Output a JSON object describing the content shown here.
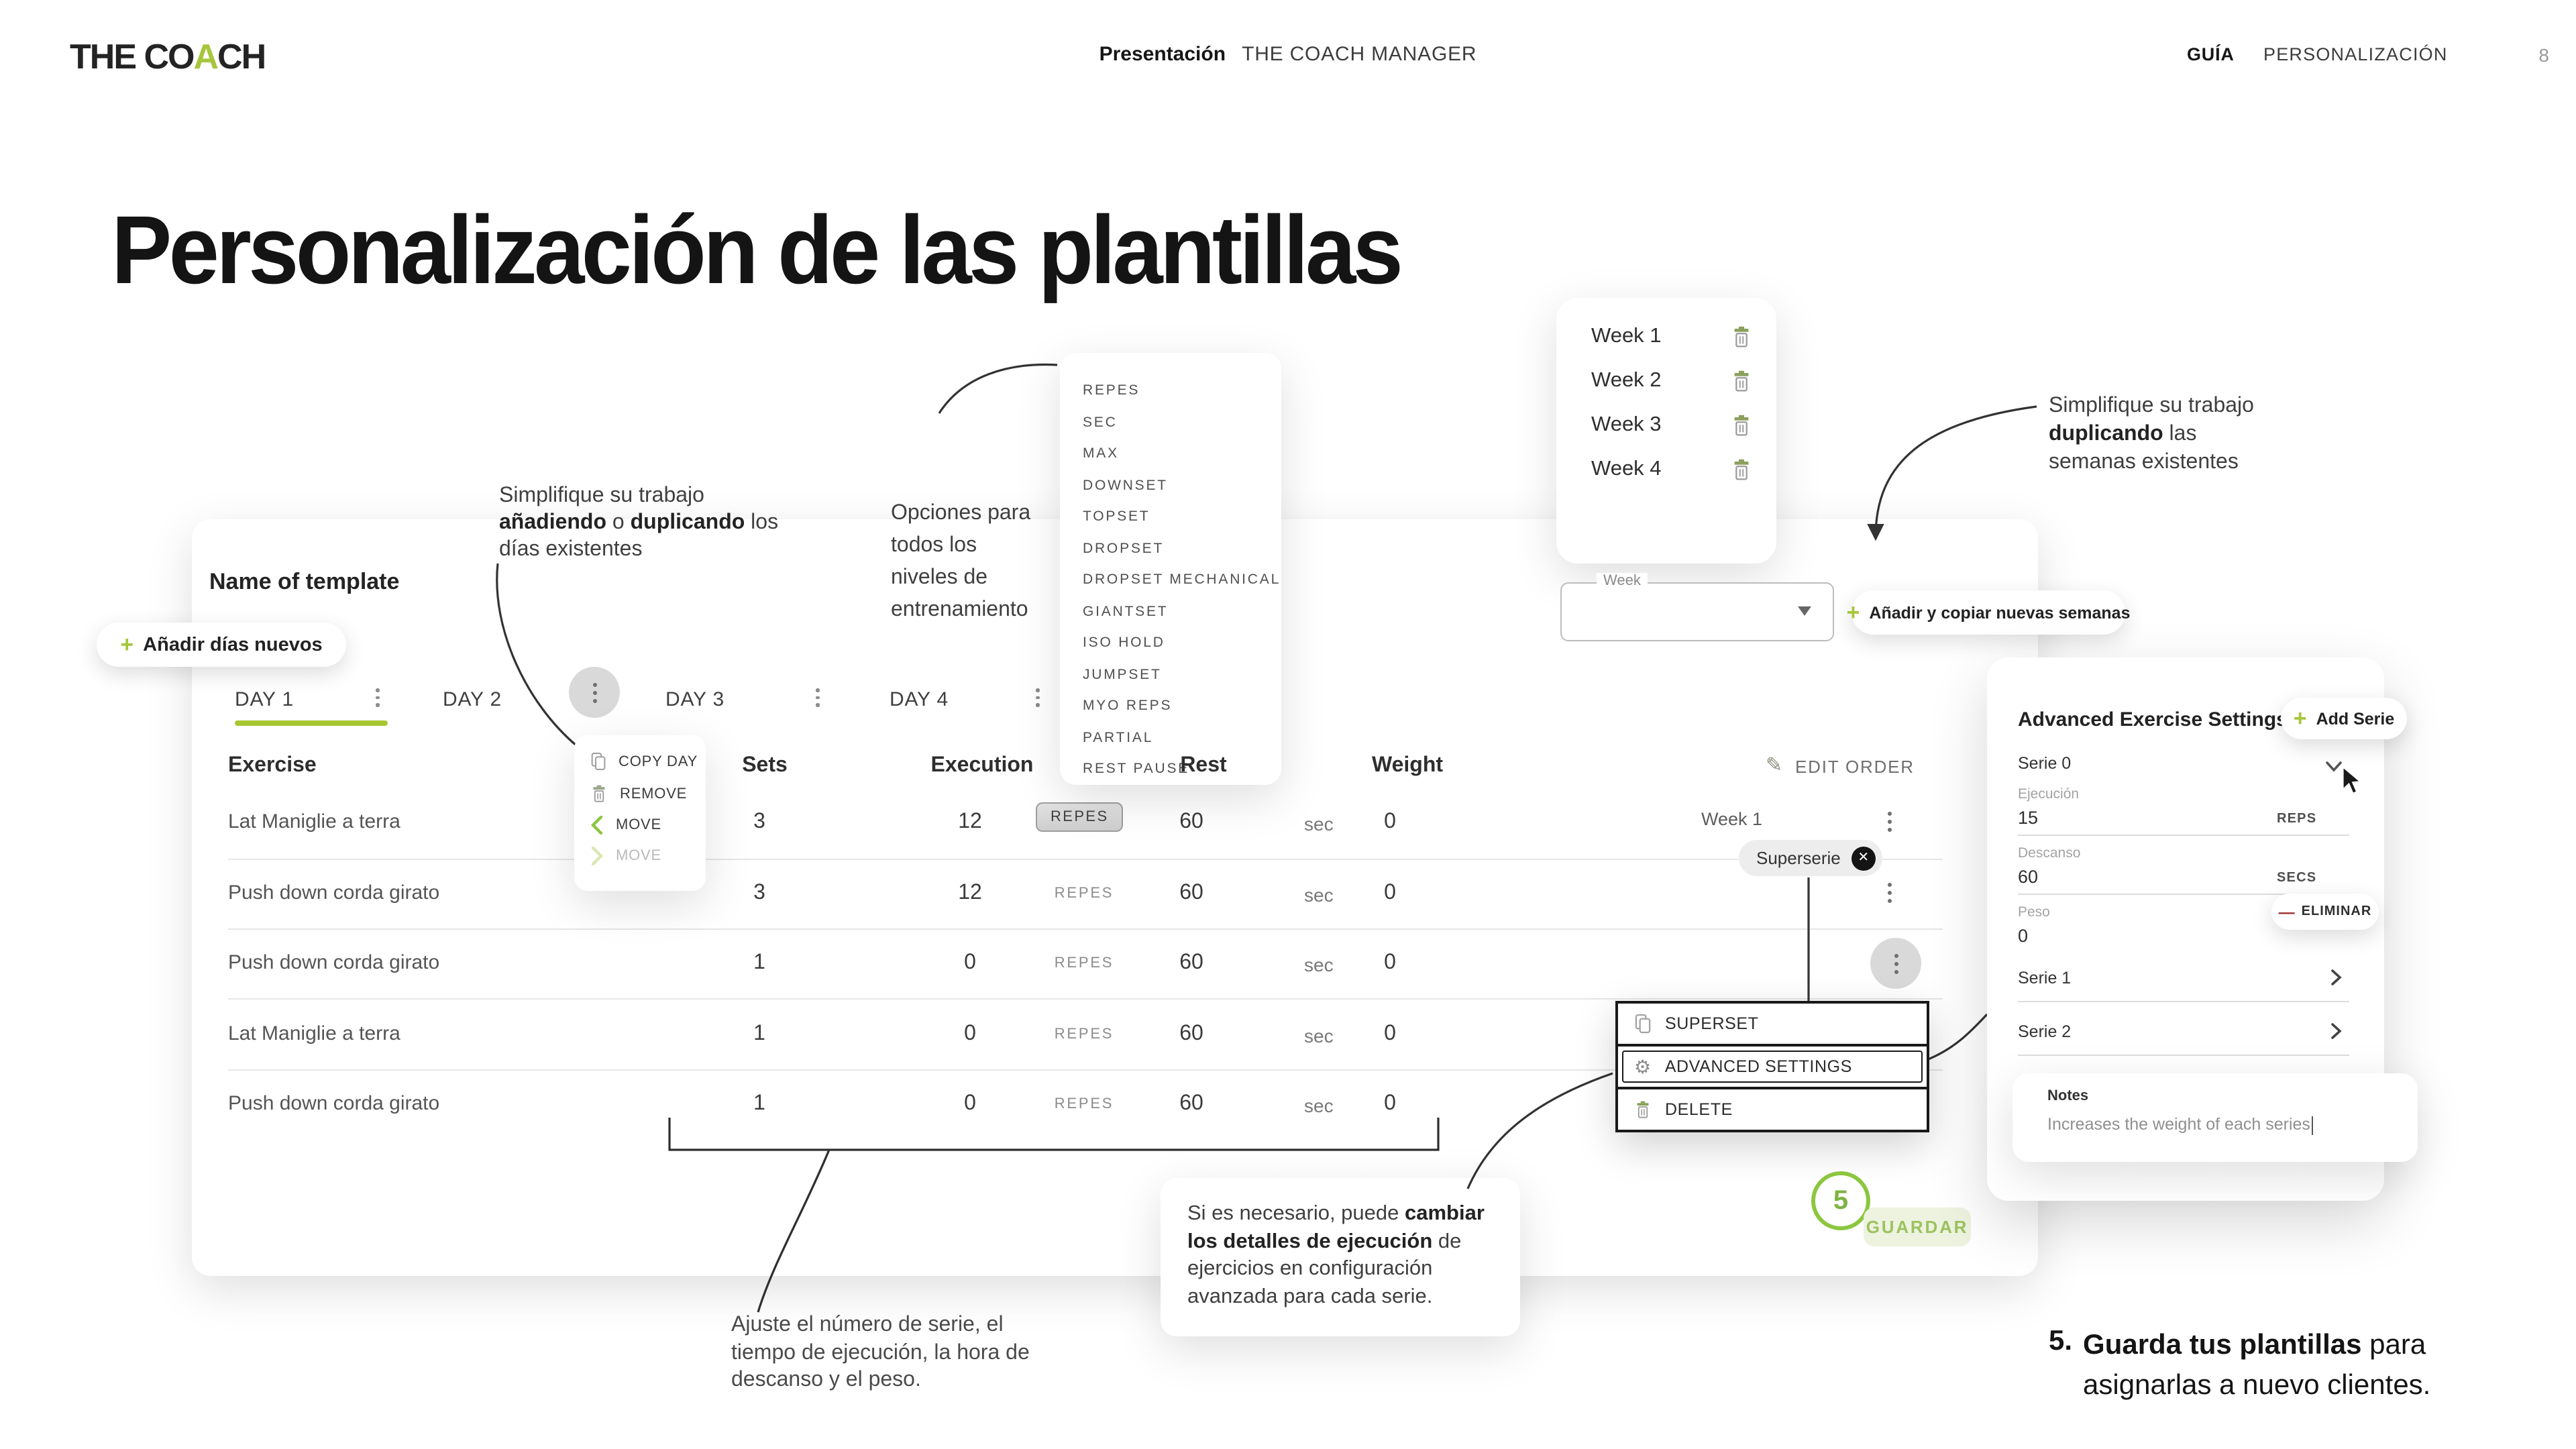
{
  "header": {
    "logo": {
      "part1": "THE CO",
      "accent": "A",
      "part2": "CH"
    },
    "deck_label": "Presentación",
    "deck_title": "THE COACH MANAGER",
    "nav_guide": "GUÍA",
    "nav_section": "PERSONALIZACIÓN",
    "page_number": "8"
  },
  "page_title": "Personalización de las plantillas",
  "annotations": {
    "add_days": {
      "line1": "Simplifique su trabajo",
      "bold1": "añadiendo",
      "sep": " o ",
      "bold2": "duplicando",
      "tail": " los",
      "line3": "días existentes"
    },
    "dup_weeks": {
      "line1": "Simplifique su trabajo",
      "bold1": "duplicando",
      "tail": " las",
      "line3": "semanas existentes"
    },
    "options": {
      "line1": "Opciones para",
      "line2": "todos los",
      "line3": "niveles de",
      "line4": "entrenamiento"
    },
    "advanced": {
      "text1": "Si es necesario, puede ",
      "bold1": "cambiar los detalles de ejecución",
      "text2": " de ejercicios en configuración avanzada para cada serie."
    },
    "series": {
      "text": "Ajuste el número de serie, el tiempo de ejecución, la hora de descanso y el peso."
    },
    "step": {
      "number": "5.",
      "bold": "Guarda tus plantillas",
      "tail": " para",
      "line2": "asignarlas a nuevo clientes."
    }
  },
  "template": {
    "name_label": "Name of template",
    "add_days_label": "Añadir días nuevos",
    "tabs": [
      "DAY 1",
      "DAY 2",
      "DAY 3",
      "DAY 4"
    ],
    "columns": {
      "exercise": "Exercise",
      "sets": "Sets",
      "execution": "Execution",
      "rest": "Rest",
      "weight": "Weight"
    },
    "edit_order_label": "EDIT ORDER",
    "rest_unit": "sec",
    "week_tag": "Week 1",
    "superserie_label": "Superserie",
    "rows": [
      {
        "exercise": "Lat Maniglie a terra",
        "sets": "3",
        "execution": "12",
        "exec_type": "REPES",
        "rest": "60",
        "weight": "0"
      },
      {
        "exercise": "Push down corda girato",
        "sets": "3",
        "execution": "12",
        "exec_type": "REPES",
        "rest": "60",
        "weight": "0"
      },
      {
        "exercise": "Push down corda girato",
        "sets": "1",
        "execution": "0",
        "exec_type": "REPES",
        "rest": "60",
        "weight": "0"
      },
      {
        "exercise": "Lat Maniglie a terra",
        "sets": "1",
        "execution": "0",
        "exec_type": "REPES",
        "rest": "60",
        "weight": "0"
      },
      {
        "exercise": "Push down corda girato",
        "sets": "1",
        "execution": "0",
        "exec_type": "REPES",
        "rest": "60",
        "weight": "0"
      }
    ]
  },
  "day_menu": {
    "copy": "COPY DAY",
    "remove": "REMOVE",
    "move_left": "MOVE",
    "move_right": "MOVE"
  },
  "exec_types": [
    "REPES",
    "SEC",
    "MAX",
    "DOWNSET",
    "TOPSET",
    "DROPSET",
    "DROPSET MECHANICAL",
    "GIANTSET",
    "ISO HOLD",
    "JUMPSET",
    "MYO REPS",
    "PARTIAL",
    "REST PAUSE"
  ],
  "weeks": {
    "items": [
      "Week 1",
      "Week 2",
      "Week 3",
      "Week 4"
    ],
    "select_label": "Week",
    "add_label": "Añadir y copiar nuevas semanas"
  },
  "row_menu": {
    "superset": "SUPERSET",
    "advanced": "ADVANCED SETTINGS",
    "delete": "DELETE"
  },
  "advanced_panel": {
    "title": "Advanced Exercise Settings",
    "add_serie": "Add Serie",
    "serie0": {
      "name": "Serie 0",
      "exec_label": "Ejecución",
      "exec_value": "15",
      "exec_unit": "REPS",
      "rest_label": "Descanso",
      "rest_value": "60",
      "rest_unit": "SECS",
      "weight_label": "Peso",
      "weight_value": "0",
      "remove_label": "ELIMINAR"
    },
    "serie1": "Serie 1",
    "serie2": "Serie 2",
    "notes_label": "Notes",
    "notes_value": "Increases the weight of each series"
  },
  "save": {
    "step": "5",
    "label": "GUARDAR"
  },
  "colors": {
    "accent_green": "#a6c63c",
    "save_green": "#8cc63f"
  }
}
